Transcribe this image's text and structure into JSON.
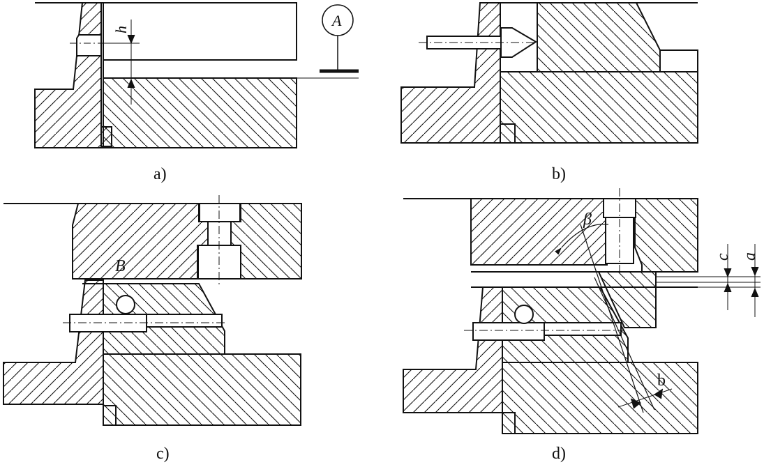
{
  "figure": {
    "panels": [
      {
        "id": "a",
        "caption": "a)",
        "labels": {
          "dim": "h",
          "datum": "A"
        }
      },
      {
        "id": "b",
        "caption": "b)"
      },
      {
        "id": "c",
        "caption": "c)",
        "labels": {
          "surface": "B"
        }
      },
      {
        "id": "d",
        "caption": "d)",
        "labels": {
          "angle": "β",
          "dim_a": "a",
          "dim_b": "b",
          "dim_c": "c"
        }
      }
    ]
  },
  "style": {
    "stroke": "#111111",
    "background": "#ffffff"
  }
}
